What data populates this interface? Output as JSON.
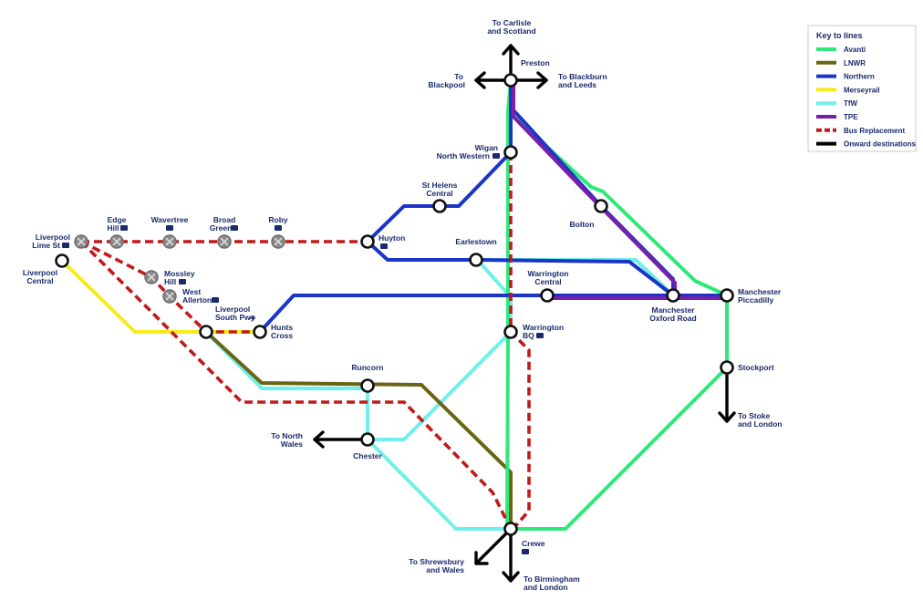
{
  "key": {
    "title": "Key to lines",
    "items": [
      {
        "label": "Avanti",
        "color": "#2ee87a",
        "dash": false
      },
      {
        "label": "LNWR",
        "color": "#6b6414",
        "dash": false
      },
      {
        "label": "Northern",
        "color": "#1b35c8",
        "dash": false
      },
      {
        "label": "Merseyrail",
        "color": "#f4ec1b",
        "dash": false
      },
      {
        "label": "TfW",
        "color": "#6ff0ea",
        "dash": false
      },
      {
        "label": "TPE",
        "color": "#7a1fa8",
        "dash": false
      },
      {
        "label": "Bus Replacement",
        "color": "#c01a1a",
        "dash": true
      },
      {
        "label": "Onward destinations",
        "color": "#000000",
        "dash": false
      }
    ]
  },
  "stations": {
    "preston": {
      "name": "Preston"
    },
    "wigan": {
      "line1": "Wigan",
      "line2": "North Western"
    },
    "st_helens": {
      "line1": "St Helens",
      "line2": "Central"
    },
    "bolton": {
      "name": "Bolton"
    },
    "huyton": {
      "name": "Huyton"
    },
    "earlestown": {
      "name": "Earlestown"
    },
    "lime_st": {
      "line1": "Liverpool",
      "line2": "Lime St"
    },
    "liv_central": {
      "line1": "Liverpool",
      "line2": "Central"
    },
    "edge_hill": {
      "line1": "Edge",
      "line2": "Hill"
    },
    "wavertree": {
      "line1": "Wavertree"
    },
    "broad_green": {
      "line1": "Broad",
      "line2": "Green"
    },
    "roby": {
      "line1": "Roby"
    },
    "mossley_hill": {
      "line1": "Mossley",
      "line2": "Hill"
    },
    "west_allerton": {
      "line1": "West",
      "line2": "Allerton"
    },
    "liv_south_pwy": {
      "line1": "Liverpool",
      "line2": "South Pwy"
    },
    "hunts_cross": {
      "line1": "Hunts",
      "line2": "Cross"
    },
    "warrington_central": {
      "line1": "Warrington",
      "line2": "Central"
    },
    "warrington_bq": {
      "line1": "Warrington",
      "line2": "BQ"
    },
    "man_oxford_road": {
      "line1": "Manchester",
      "line2": "Oxford Road"
    },
    "man_piccadilly": {
      "line1": "Manchester",
      "line2": "Piccadilly"
    },
    "stockport": {
      "name": "Stockport"
    },
    "runcorn": {
      "name": "Runcorn"
    },
    "chester": {
      "name": "Chester"
    },
    "crewe": {
      "name": "Crewe"
    }
  },
  "destinations": {
    "carlisle": {
      "line1": "To Carlisle",
      "line2": "and Scotland"
    },
    "blackpool": {
      "line1": "To",
      "line2": "Blackpool"
    },
    "blackburn": {
      "line1": "To Blackburn",
      "line2": "and Leeds"
    },
    "north_wales": {
      "line1": "To North",
      "line2": "Wales"
    },
    "stoke": {
      "line1": "To Stoke",
      "line2": "and London"
    },
    "shrewsbury": {
      "line1": "To Shrewsbury",
      "line2": "and Wales"
    },
    "birmingham": {
      "line1": "To Birmingham",
      "line2": "and London"
    }
  }
}
